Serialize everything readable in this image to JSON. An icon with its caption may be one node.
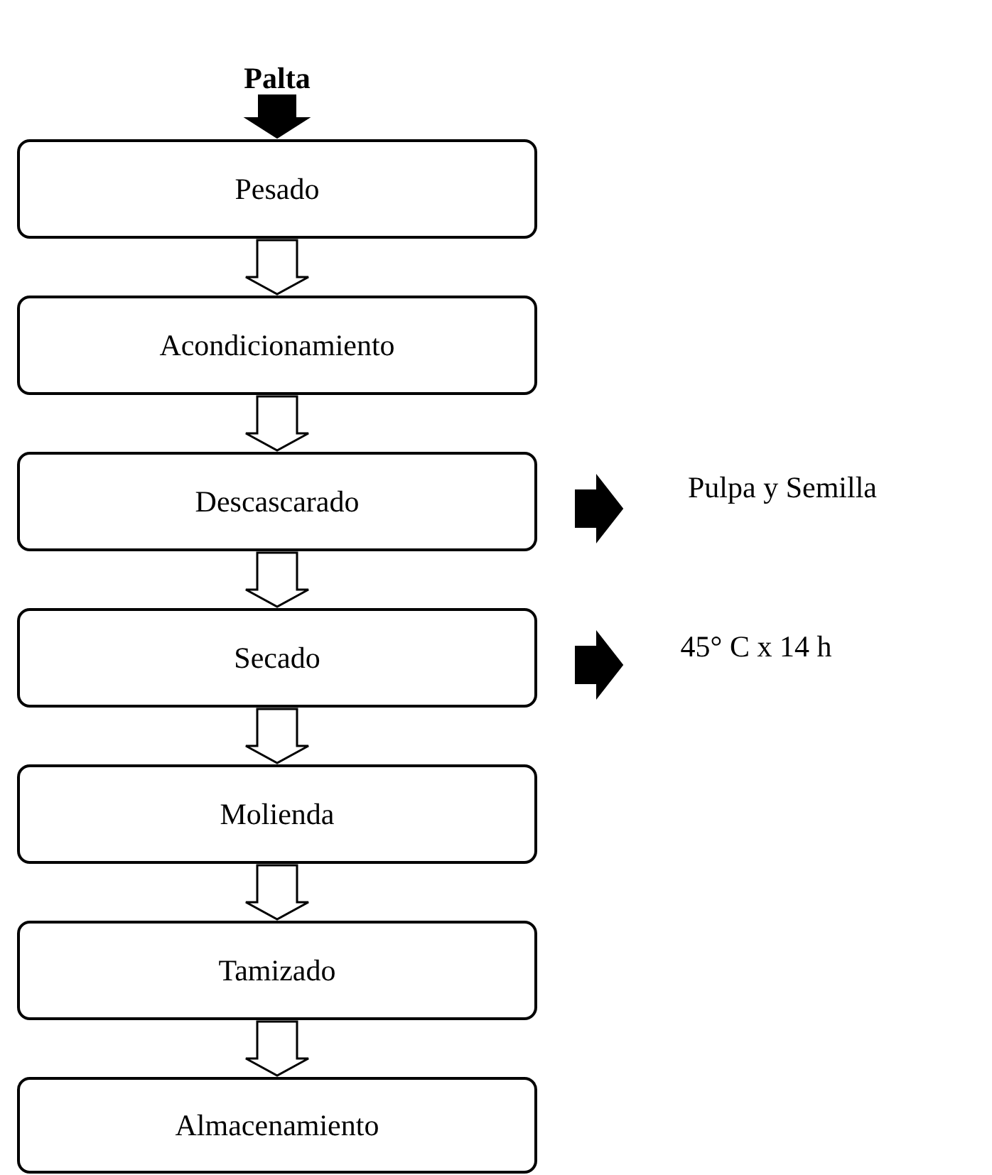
{
  "diagram": {
    "nodes": [
      {
        "text": [
          "Palta"
        ]
      },
      {
        "text": [
          "Pesado"
        ]
      },
      {
        "text": [
          "Acondicionamiento"
        ]
      },
      {
        "text": [
          "Descascarado"
        ]
      },
      {
        "text": [
          "Secado"
        ]
      },
      {
        "text": [
          "Molienda"
        ]
      },
      {
        "text": [
          "Tamizado"
        ]
      },
      {
        "text": [
          "Almacenamiento"
        ]
      },
      {
        "text": [
          "Pulpa y Semilla"
        ]
      },
      {
        "text": [
          "45° C x 14 h"
        ]
      }
    ],
    "edges": [
      {
        "from": 0,
        "to": 1,
        "arrow": "to",
        "style": "thick"
      },
      {
        "from": 1,
        "to": 2,
        "arrow": "to"
      },
      {
        "from": 2,
        "to": 3,
        "arrow": "to"
      },
      {
        "from": 3,
        "to": 4,
        "arrow": "to"
      },
      {
        "from": 4,
        "to": 5,
        "arrow": "to"
      },
      {
        "from": 5,
        "to": 6,
        "arrow": "to"
      },
      {
        "from": 6,
        "to": 7,
        "arrow": "to"
      },
      {
        "from": 3,
        "to": 8,
        "arrow": "to",
        "style": "thick"
      },
      {
        "from": 4,
        "to": 9,
        "arrow": "to",
        "style": "thick"
      }
    ]
  }
}
